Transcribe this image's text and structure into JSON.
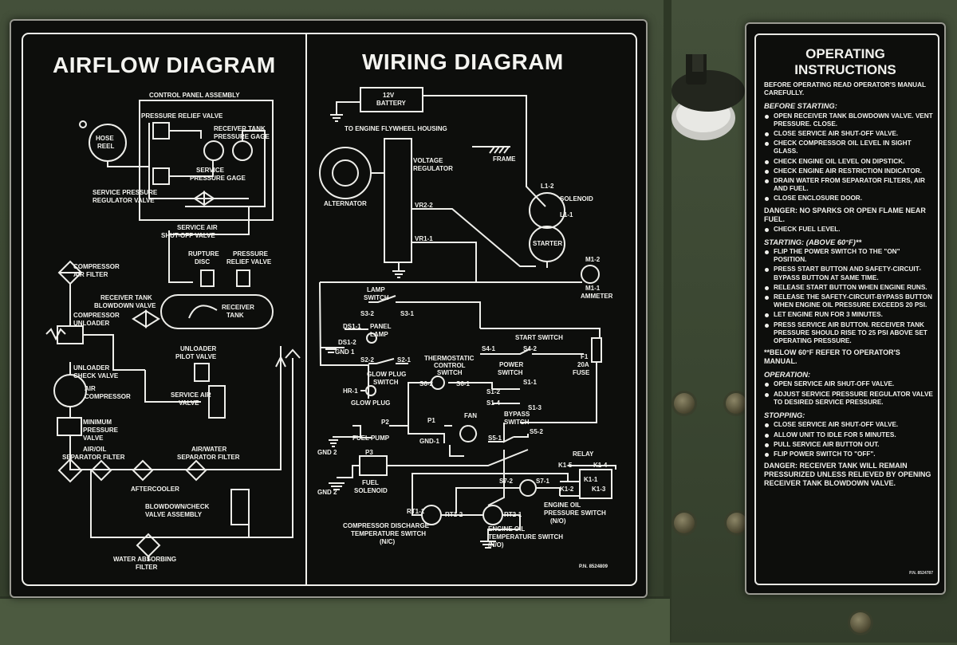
{
  "main_plate": {
    "airflow_title": "AIRFLOW DIAGRAM",
    "wiring_title": "WIRING DIAGRAM",
    "part_number": "P.N. 8524809",
    "airflow_labels": {
      "control_panel": "CONTROL PANEL ASSEMBLY",
      "pressure_relief": "PRESSURE RELIEF VALVE",
      "hose_reel_1": "HOSE",
      "hose_reel_2": "REEL",
      "receiver_gage_1": "RECEIVER TANK",
      "receiver_gage_2": "PRESSURE GAGE",
      "service_gage_1": "SERVICE",
      "service_gage_2": "PRESSURE GAGE",
      "service_reg_1": "SERVICE PRESSURE",
      "service_reg_2": "REGULATOR VALVE",
      "shutoff_1": "SERVICE AIR",
      "shutoff_2": "SHUT-OFF VALVE",
      "rupture_1": "RUPTURE",
      "rupture_2": "DISC",
      "relief2_1": "PRESSURE",
      "relief2_2": "RELIEF VALVE",
      "comp_filter_1": "COMPRESSOR",
      "comp_filter_2": "AIR FILTER",
      "blowdown_1": "RECEIVER TANK",
      "blowdown_2": "BLOWDOWN VALVE",
      "receiver_1": "RECEIVER",
      "receiver_2": "TANK",
      "comp_unloader_1": "COMPRESSOR",
      "comp_unloader_2": "UNLOADER",
      "unloader_pilot_1": "UNLOADER",
      "unloader_pilot_2": "PILOT VALVE",
      "unloader_check_1": "UNLOADER",
      "unloader_check_2": "CHECK VALVE",
      "air_comp_1": "AIR",
      "air_comp_2": "COMPRESSOR",
      "service_air_1": "SERVICE AIR",
      "service_air_2": "VALVE",
      "min_press_1": "MINIMUM",
      "min_press_2": "PRESSURE",
      "min_press_3": "VALVE",
      "air_oil_1": "AIR/OIL",
      "air_oil_2": "SEPARATOR FILTER",
      "air_water_1": "AIR/WATER",
      "air_water_2": "SEPARATOR FILTER",
      "aftercooler": "AFTERCOOLER",
      "blowdown_check_1": "BLOWDOWN/CHECK",
      "blowdown_check_2": "VALVE ASSEMBLY",
      "water_abs_1": "WATER ABSORBING",
      "water_abs_2": "FILTER"
    },
    "wiring_labels": {
      "battery_1": "12V",
      "battery_2": "BATTERY",
      "flywheel": "TO ENGINE FLYWHEEL HOUSING",
      "frame": "FRAME",
      "voltage_reg_1": "VOLTAGE",
      "voltage_reg_2": "REGULATOR",
      "alternator": "ALTERNATOR",
      "l1_2": "L1-2",
      "l1_1": "L1-1",
      "solenoid": "SOLENOID",
      "starter": "STARTER",
      "vr2_2": "VR2-2",
      "vr1_1": "VR1-1",
      "m1_2": "M1-2",
      "m1_1": "M1-1",
      "ammeter": "AMMETER",
      "lamp_switch_1": "LAMP",
      "lamp_switch_2": "SWITCH",
      "s3_2": "S3-2",
      "s3_1": "S3-1",
      "ds1_1": "DS1-1",
      "ds1_2": "DS1-2",
      "panel_lamp_1": "PANEL",
      "panel_lamp_2": "LAMP",
      "gnd_1": "GND 1",
      "start_switch": "START SWITCH",
      "s4_1": "S4-1",
      "s4_2": "S4-2",
      "f1": "F1",
      "fuse_amp": "20A",
      "fuse": "FUSE",
      "thermo_1": "THERMOSTATIC",
      "thermo_2": "CONTROL",
      "thermo_3": "SWITCH",
      "s2_2": "S2-2",
      "s2_1": "S2-1",
      "glow_sw_1": "GLOW PLUG",
      "glow_sw_2": "SWITCH",
      "s6_2": "S6-2",
      "s6_1": "S6-1",
      "power_sw_1": "POWER",
      "power_sw_2": "SWITCH",
      "s1_1": "S1-1",
      "s1_2": "S1-2",
      "s1_4": "S1-4",
      "s1_3": "S1-3",
      "hr_1": "HR-1",
      "glow_plug": "GLOW PLUG",
      "p1": "P1",
      "fan": "FAN",
      "gnd_1b": "GND-1",
      "bypass_1": "BYPASS",
      "bypass_2": "SWITCH",
      "s5_1": "S5-1",
      "s5_2": "S5-2",
      "p2": "P2",
      "fuel_pump": "FUEL PUMP",
      "gnd_2a": "GND 2",
      "p3": "P3",
      "fuel_sol_1": "FUEL",
      "fuel_sol_2": "SOLENOID",
      "gnd_2b": "GND 2",
      "relay": "RELAY",
      "k1_5": "K1-5",
      "k1_4": "K1-4",
      "k1_1": "K1-1",
      "k1_2": "K1-2",
      "k1_3": "K1-3",
      "s7_2": "S7-2",
      "s7_1": "S7-1",
      "eng_oil_p_1": "ENGINE OIL",
      "eng_oil_p_2": "PRESSURE SWITCH",
      "eng_oil_p_3": "(N/O)",
      "rt1_1": "RT1-1",
      "rt1_2": "RT1-2",
      "rt2_1": "RT2-1",
      "comp_disch_1": "COMPRESSOR DISCHARGE",
      "comp_disch_2": "TEMPERATURE SWITCH",
      "comp_disch_3": "(N/C)",
      "eng_oil_t_1": "ENGINE OIL",
      "eng_oil_t_2": "TEMPERATURE SWITCH",
      "eng_oil_t_3": "(N/O)"
    }
  },
  "ops_plate": {
    "title_1": "OPERATING",
    "title_2": "INSTRUCTIONS",
    "intro": "BEFORE OPERATING READ OPERATOR'S MANUAL CAREFULLY.",
    "before_heading": "BEFORE STARTING:",
    "before_items": [
      "OPEN RECEIVER TANK BLOWDOWN VALVE. VENT PRESSURE. CLOSE.",
      "CLOSE SERVICE AIR SHUT-OFF VALVE.",
      "CHECK COMPRESSOR OIL LEVEL IN SIGHT GLASS.",
      "CHECK ENGINE OIL LEVEL ON DIPSTICK.",
      "CHECK ENGINE AIR RESTRICTION INDICATOR.",
      "DRAIN WATER FROM SEPARATOR FILTERS, AIR AND FUEL.",
      "CLOSE ENCLOSURE DOOR."
    ],
    "danger_1": "DANGER: NO SPARKS OR OPEN FLAME NEAR FUEL.",
    "fuel_item": "CHECK FUEL LEVEL.",
    "starting_heading": "STARTING: (ABOVE 60°F)**",
    "starting_items": [
      "FLIP THE POWER SWITCH TO THE \"ON\" POSITION.",
      "PRESS START BUTTON AND SAFETY-CIRCUIT-BYPASS BUTTON AT SAME TIME.",
      "RELEASE START BUTTON WHEN ENGINE RUNS.",
      "RELEASE THE SAFETY-CIRCUIT-BYPASS BUTTON WHEN ENGINE OIL PRESSURE EXCEEDS 20 PSI.",
      "LET ENGINE RUN FOR 3 MINUTES.",
      "PRESS SERVICE AIR BUTTON. RECEIVER TANK PRESSURE SHOULD RISE TO 25 PSI ABOVE SET OPERATING PRESSURE."
    ],
    "below_note": "**BELOW 60°F REFER TO OPERATOR'S MANUAL.",
    "operation_heading": "OPERATION:",
    "operation_items": [
      "OPEN SERVICE AIR SHUT-OFF VALVE.",
      "ADJUST SERVICE PRESSURE REGULATOR VALVE TO DESIRED SERVICE PRESSURE."
    ],
    "stopping_heading": "STOPPING:",
    "stopping_items": [
      "CLOSE SERVICE AIR SHUT-OFF VALVE.",
      "ALLOW UNIT TO IDLE FOR 5 MINUTES.",
      "PULL SERVICE AIR BUTTON OUT.",
      "FLIP POWER SWITCH TO \"OFF\"."
    ],
    "danger_2": "DANGER: RECEIVER TANK WILL REMAIN PRESSURIZED UNLESS RELIEVED BY OPENING RECEIVER TANK BLOWDOWN VALVE.",
    "part_number": "P.N. 8524787"
  }
}
